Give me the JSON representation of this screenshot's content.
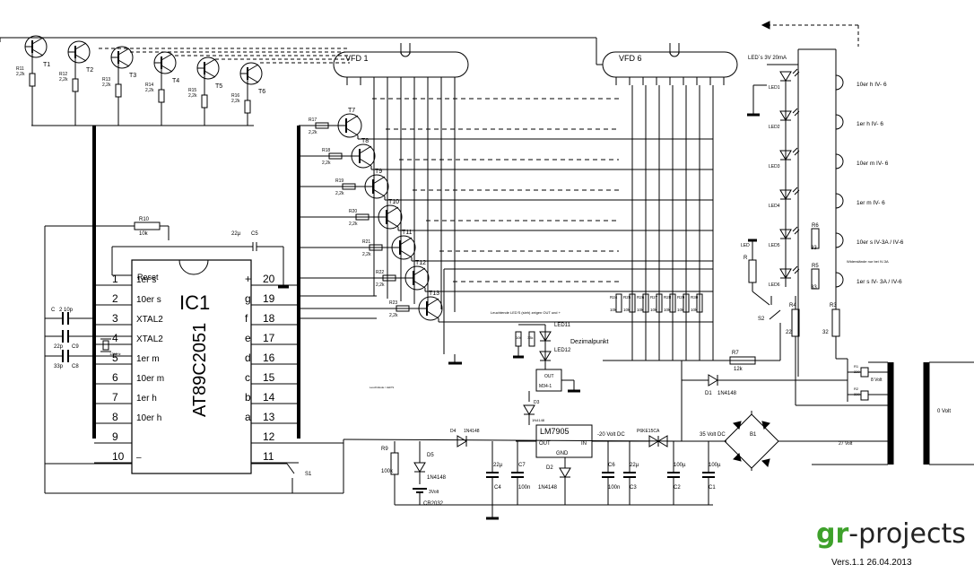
{
  "ic": {
    "name": "IC1",
    "part": "AT89C2051",
    "left_pins": [
      {
        "num": "1",
        "label": "1er s"
      },
      {
        "num": "2",
        "label": "10er s"
      },
      {
        "num": "3",
        "label": "XTAL2"
      },
      {
        "num": "4",
        "label": "XTAL2"
      },
      {
        "num": "5",
        "label": "1er m"
      },
      {
        "num": "6",
        "label": "10er m"
      },
      {
        "num": "7",
        "label": "1er h"
      },
      {
        "num": "8",
        "label": "10er h"
      },
      {
        "num": "9",
        "label": ""
      },
      {
        "num": "10",
        "label": "–"
      }
    ],
    "right_pins": [
      {
        "num": "20",
        "label": "+"
      },
      {
        "num": "19",
        "label": "g"
      },
      {
        "num": "18",
        "label": "f"
      },
      {
        "num": "17",
        "label": "e"
      },
      {
        "num": "16",
        "label": "d"
      },
      {
        "num": "15",
        "label": "c"
      },
      {
        "num": "14",
        "label": "b"
      },
      {
        "num": "13",
        "label": "a"
      },
      {
        "num": "12",
        "label": ""
      },
      {
        "num": "11",
        "label": ""
      }
    ],
    "reset_label": "Reset"
  },
  "digit_transistors": [
    {
      "name": "T1",
      "res": "R11",
      "val": "2,2k"
    },
    {
      "name": "T2",
      "res": "R12",
      "val": "2,2k"
    },
    {
      "name": "T3",
      "res": "R13",
      "val": "2,2k"
    },
    {
      "name": "T4",
      "res": "R14",
      "val": "2,2k"
    },
    {
      "name": "T5",
      "res": "R15",
      "val": "2,2k"
    },
    {
      "name": "T6",
      "res": "R16",
      "val": "2,2k"
    }
  ],
  "segment_transistors": [
    {
      "name": "T7",
      "res": "R17",
      "val": "2,2k"
    },
    {
      "name": "T8",
      "res": "R18",
      "val": "2,2k"
    },
    {
      "name": "T9",
      "res": "R19",
      "val": "2,2k"
    },
    {
      "name": "T10",
      "res": "R20",
      "val": "2,2k"
    },
    {
      "name": "T11",
      "res": "R21",
      "val": "2,2k"
    },
    {
      "name": "T12",
      "res": "R22",
      "val": "2,2k"
    },
    {
      "name": "T13",
      "res": "R23",
      "val": "2,2k"
    }
  ],
  "vfd": {
    "first": "VFD 1",
    "last": "VFD 6"
  },
  "pullups": [
    {
      "name": "R24",
      "val": "10k"
    },
    {
      "name": "R25",
      "val": "10k"
    },
    {
      "name": "R26",
      "val": "10k"
    },
    {
      "name": "R27",
      "val": "10k"
    },
    {
      "name": "R28",
      "val": "10k"
    },
    {
      "name": "R29",
      "val": "10k"
    },
    {
      "name": "R30",
      "val": "10k"
    }
  ],
  "leds_header": "LED´s 3V 20mA",
  "leds": [
    "LED1",
    "LED2",
    "LED3",
    "LED4",
    "LED5",
    "LED6"
  ],
  "tubes": [
    "10er h  IV- 6",
    "1er h  IV- 6",
    "10er m  IV- 6",
    "1er m  IV- 6",
    "10er s  IV-3A / IV-6",
    "1er s  IV- 3A / IV-6"
  ],
  "misc": {
    "led_label": "LED",
    "r_label": "R",
    "s2": "S2",
    "s1": "S1",
    "r6": "R6",
    "r6v": "33",
    "r5": "R5",
    "r5v": "33",
    "r4": "R4",
    "r4v": "22",
    "r3": "R3",
    "r3v": "32",
    "r1": "R1",
    "r1v": "330",
    "r2": "R2",
    "r2v": "330",
    "r7": "R7",
    "r7v": "12k",
    "d1": "D1",
    "d1v": "1N4148",
    "r10": "R10",
    "r10v": "10k",
    "c5v": "22µ",
    "c5": "C5",
    "c_lbl": "C",
    "c2v": "2 10p",
    "c9v": "22p",
    "c9": "C9",
    "c8v": "33p",
    "c8": "C8",
    "quartz": "12MHz",
    "tiny_note_left": "Leuchtende LED'S (sieh) zeigen OUT und +",
    "led11": "LED11",
    "led12": "LED12",
    "dezimal": "Dezimalpunkt",
    "m34": "M34-1",
    "out": "OUT",
    "d3": "D3",
    "d3v": "1N4148",
    "d4": "D4",
    "d4v": "1N4148",
    "r9": "R9",
    "r9v": "100k",
    "d5": "D5",
    "d5v": "1N4148",
    "bat_v": "3Volt",
    "bat": "CR2032",
    "reg": "LM7905",
    "reg_out": "OUT",
    "reg_in": "IN",
    "reg_gnd": "GND",
    "c4v": "22µ",
    "c4": "C4",
    "c7": "C7",
    "c7v": "100n",
    "d2": "D2",
    "d2v": "1N4148",
    "c6": "C6",
    "c6v": "100n",
    "c3v": "22µ",
    "c3": "C3",
    "c2v100": "100µ",
    "c2n": "C2",
    "c1v": "100µ",
    "c1": "C1",
    "v20": "-20 Volt DC",
    "tvs": "P6KE15CA",
    "v35": "35 Volt DC",
    "b1": "B1",
    "v8": "8 Volt",
    "v27": "27 Volt",
    "v0": "0 Volt",
    "widerstand": "Widerstände nur bei IV-3A",
    "note_mid": "Leuchtdiode / LED'S",
    "r_small_a": "10k",
    "r_small_b": "33k"
  },
  "brand": {
    "gr": "gr",
    "rest": "-projects"
  },
  "version": "Vers.1.1  26.04.2013"
}
